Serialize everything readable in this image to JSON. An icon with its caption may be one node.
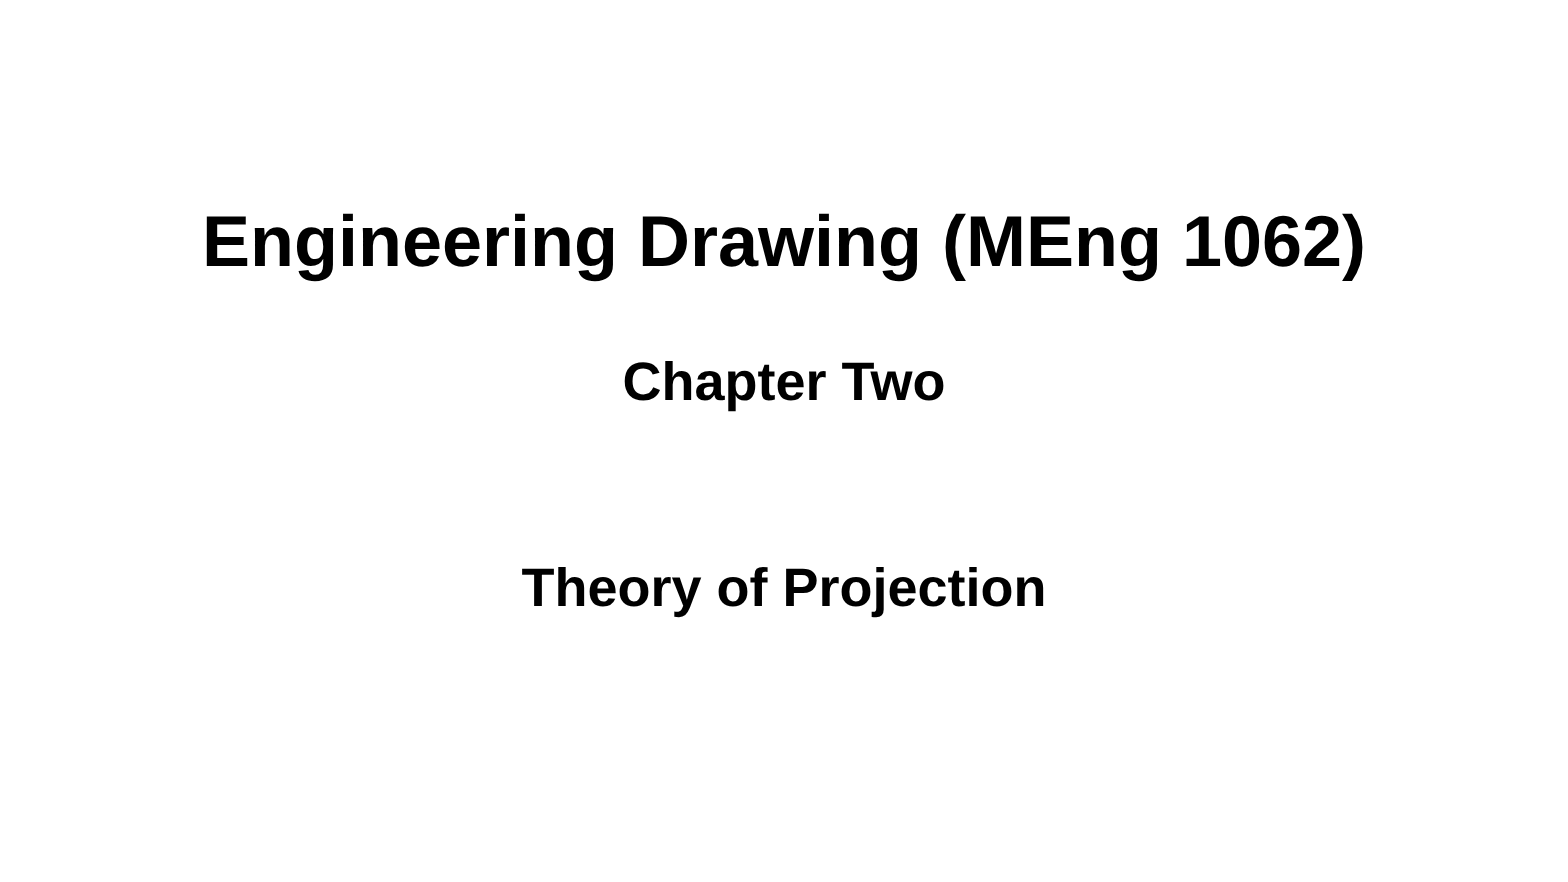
{
  "diagram": {
    "title": "Engineering Drawing (MEng 1062)",
    "labels": [
      "Chapter Two",
      "Theory of Projection"
    ]
  }
}
